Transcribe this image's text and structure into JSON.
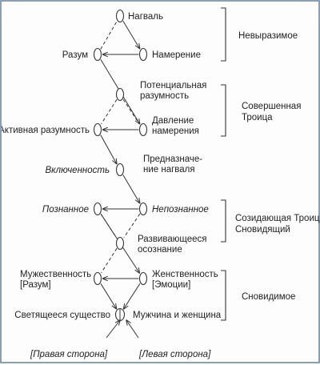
{
  "nodes": [
    {
      "id": "nagval",
      "label": "Нагваль",
      "style": "normal"
    },
    {
      "id": "razum",
      "label": "Разум",
      "style": "normal"
    },
    {
      "id": "namerenie",
      "label": "Намерение",
      "style": "normal"
    },
    {
      "id": "potential",
      "label": "Потенциальная",
      "label2": "разумность",
      "style": "normal"
    },
    {
      "id": "active",
      "label": "Активная разумность",
      "style": "normal"
    },
    {
      "id": "davlenie",
      "label": "Давление",
      "label2": "намерения",
      "style": "normal"
    },
    {
      "id": "vkl",
      "label": "Включенность",
      "style": "italic"
    },
    {
      "id": "prednazn",
      "label": "Предназначе-",
      "label2": "ние нагваля",
      "style": "normal"
    },
    {
      "id": "poznannoe",
      "label": "Познанное",
      "style": "italic"
    },
    {
      "id": "nepoznannoe",
      "label": "Непознанное",
      "style": "italic"
    },
    {
      "id": "razv",
      "label": "Развивающееся",
      "label2": "осознание",
      "style": "normal"
    },
    {
      "id": "muzh",
      "label": "Мужественность",
      "label2": "[Разум]",
      "style": "normal"
    },
    {
      "id": "zhensk",
      "label": "Женственность",
      "label2": "[Эмоции]",
      "style": "normal"
    },
    {
      "id": "svet",
      "label": "Светящееся существо",
      "style": "normal"
    },
    {
      "id": "mzh",
      "label": "Мужчина и женщина",
      "style": "normal"
    }
  ],
  "edges": [
    {
      "from": "nagval",
      "to": "namerenie",
      "style": "solid",
      "arrow": true
    },
    {
      "from": "namerenie",
      "to": "razum",
      "style": "solid",
      "arrow": true
    },
    {
      "from": "razum",
      "to": "nagval",
      "style": "dashed",
      "arrow": false
    },
    {
      "from": "razum",
      "to": "davlenie",
      "style": "solid",
      "arrow": true
    },
    {
      "from": "potential",
      "to": "active",
      "style": "dashed",
      "arrow": false
    },
    {
      "from": "potential",
      "to": "davlenie",
      "style": "dashed",
      "arrow": false
    },
    {
      "from": "davlenie",
      "to": "active",
      "style": "solid",
      "arrow": true
    },
    {
      "from": "active",
      "to": "vkl",
      "style": "solid",
      "arrow": true
    },
    {
      "from": "vkl",
      "to": "nepoznannoe",
      "style": "solid",
      "arrow": true
    },
    {
      "from": "nepoznannoe",
      "to": "poznannoe",
      "style": "solid",
      "arrow": true
    },
    {
      "from": "poznannoe",
      "to": "razv",
      "style": "dashed",
      "arrow": false
    },
    {
      "from": "nepoznannoe",
      "to": "razv",
      "style": "dashed",
      "arrow": false
    },
    {
      "from": "poznannoe",
      "to": "zhensk",
      "style": "solid",
      "arrow": true
    },
    {
      "from": "razv",
      "to": "muzh",
      "style": "dashed",
      "arrow": false
    },
    {
      "from": "zhensk",
      "to": "muzh",
      "style": "solid",
      "arrow": true
    },
    {
      "from": "muzh",
      "to": "svet",
      "style": "solid",
      "arrow": true
    },
    {
      "from": "zhensk",
      "to": "svet",
      "style": "solid",
      "arrow": true
    }
  ],
  "groups": [
    {
      "id": "g1",
      "lines": [
        "Невыразимое"
      ]
    },
    {
      "id": "g2",
      "lines": [
        "Совершенная",
        "Троица"
      ]
    },
    {
      "id": "g3",
      "lines": [
        "Созидающая Троица",
        "Сновидящий"
      ]
    },
    {
      "id": "g4",
      "lines": [
        "Сновидимое"
      ]
    }
  ],
  "bottom": {
    "right_side": "[Правая сторона]",
    "left_side": "[Левая сторона]"
  }
}
